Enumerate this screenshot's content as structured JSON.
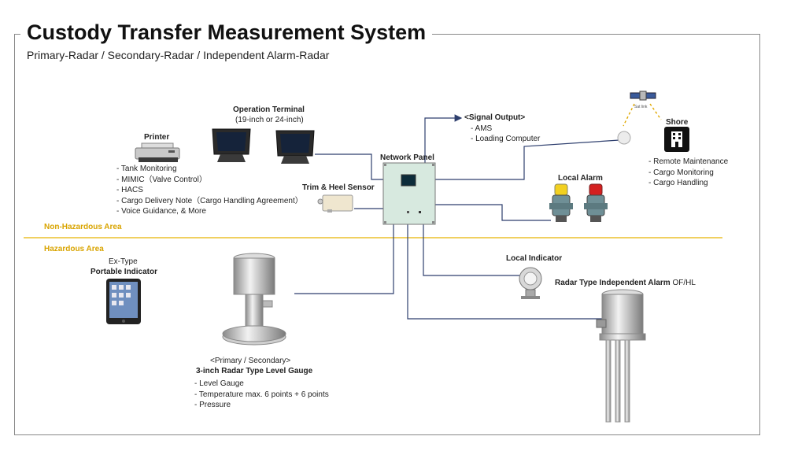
{
  "title": "Custody Transfer Measurement System",
  "subtitle": "Primary-Radar / Secondary-Radar / Independent Alarm-Radar",
  "areas": {
    "non_hazardous": "Non-Hazardous Area",
    "hazardous": "Hazardous Area"
  },
  "printer": {
    "label": "Printer"
  },
  "operation_terminal": {
    "label": "Operation Terminal",
    "size": "(19-inch or 24-inch)"
  },
  "terminal_features": [
    "- Tank Monitoring",
    "- MIMIC（Valve Control）",
    "- HACS",
    "- Cargo Delivery Note（Cargo Handling Agreement）",
    "- Voice Guidance, & More"
  ],
  "network_panel": {
    "label": "Network Panel"
  },
  "signal_output": {
    "label": "<Signal  Output>",
    "items": [
      "- AMS",
      "- Loading Computer"
    ]
  },
  "trim_heel": {
    "label": "Trim & Heel Sensor"
  },
  "shore": {
    "label": "Shore",
    "items": [
      "- Remote  Maintenance",
      "- Cargo Monitoring",
      "- Cargo Handling"
    ]
  },
  "satellite": {
    "caption": "Sat link"
  },
  "local_alarm": {
    "label": "Local Alarm"
  },
  "portable_indicator": {
    "line1": "Ex-Type",
    "line2": "Portable Indicator"
  },
  "level_gauge": {
    "line1": "<Primary / Secondary>",
    "line2": "3-inch Radar Type Level Gauge",
    "items": [
      "-     Level Gauge",
      "-     Temperature max. 6 points + 6 points",
      "-     Pressure"
    ]
  },
  "local_indicator": {
    "label": "Local Indicator"
  },
  "independent_alarm": {
    "label": "Radar Type Independent Alarm",
    "suffix": " OF/HL"
  },
  "colors": {
    "area_divider": "#e8b400",
    "wire": "#2e3f6e",
    "panel": "#d7e9df"
  }
}
